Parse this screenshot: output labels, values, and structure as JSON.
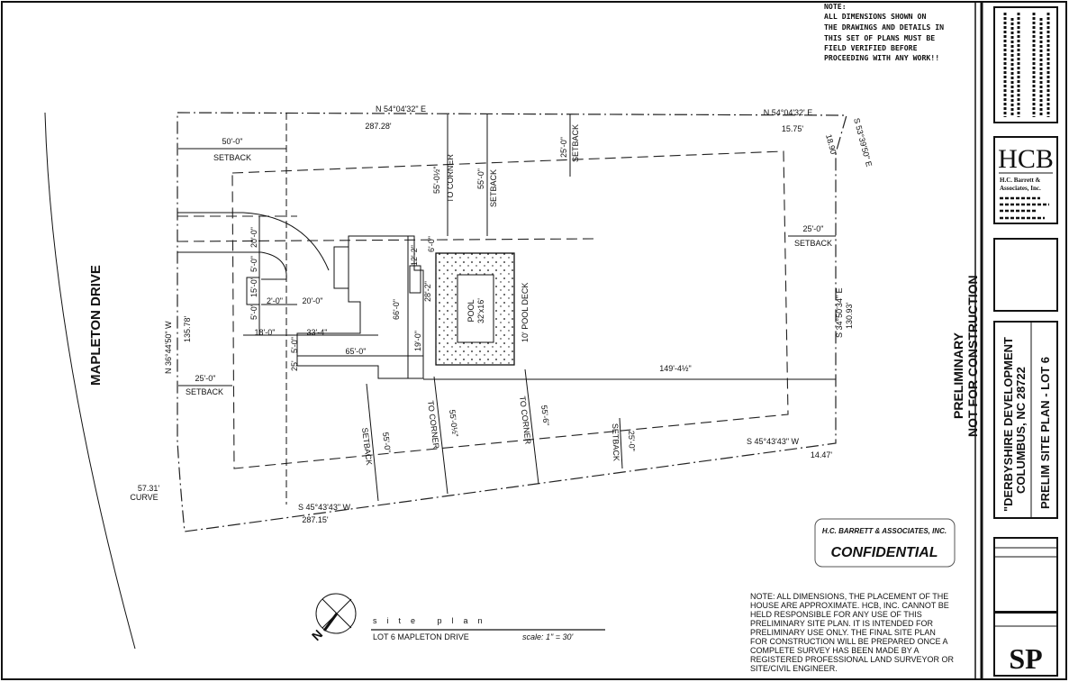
{
  "top_note": [
    "NOTE:",
    "ALL DIMENSIONS SHOWN ON",
    "THE DRAWINGS AND DETAILS IN",
    "THIS SET OF PLANS MUST BE",
    "FIELD VERIFIED BEFORE",
    "PROCEEDING WITH ANY WORK!!"
  ],
  "street": "MAPLETON DRIVE",
  "plan": {
    "top_bearing": "N 54°04'32\" E",
    "top_distance": "287.28'",
    "top_right_bearing": "N 54°04'32' E",
    "top_right_distance": "15.75'",
    "corner_bearing": "S 53°39'50\" E",
    "corner_distance": "18.90'",
    "right_bearing": "S 34°50'34\" E",
    "right_distance": "130.93'",
    "left_bearing": "N 36°44'50\" W",
    "left_distance": "135.78'",
    "bottom_right_bearing": "S 45°43'43\" W",
    "bottom_right_distance": "14.47'",
    "bottom_bearing": "S 45°43'43\" W",
    "bottom_distance": "287.15'",
    "curve_length": "57.31'",
    "curve_label": "CURVE",
    "setback": "SETBACK",
    "to_corner": "TO CORNER",
    "front_setback": "50'-0\"",
    "side_setback": "25'-0\"",
    "rear_setback": "25'-0\"",
    "left_setback": "25'-0\"",
    "bottom_setback_right": "25'-0\"",
    "top_to_corner": "55'-0½\"",
    "top_setback_dim": "55'-0\"",
    "bottom_setback_dim": "55'-0\"",
    "bottom_to_corner_1": "55'-0½\"",
    "bottom_to_corner_2": "55'-6\"",
    "rear_to_house": "149'-4½\"",
    "house": {
      "d20a": "20'-0\"",
      "d5a": "5'-0\"",
      "d15": "15'-0\"",
      "d5b": "5'-0\"",
      "d2": "2'-0\"",
      "d20b": "20'-0\"",
      "d18": "18'-0\"",
      "d33": "33'-4\"",
      "d66": "66'-0\"",
      "d65": "65'-0\"",
      "d5c": "5'-0\"",
      "d25": "25'",
      "d12": "12'-2\"",
      "d28": "28'-2\"",
      "d6": "6'-0\"",
      "d19": "19'-0\""
    },
    "pool": "POOL",
    "pool_size": "32'x16'",
    "pool_deck": "10' POOL DECK"
  },
  "stamp": {
    "company": "H.C. BARRETT & ASSOCIATES, INC.",
    "label": "CONFIDENTIAL"
  },
  "disclaimer": [
    "NOTE: ALL DIMENSIONS, THE PLACEMENT OF THE",
    "HOUSE ARE APPROXIMATE. HCB, INC. CANNOT BE",
    "HELD RESPONSIBLE FOR ANY USE OF THIS",
    "PRELIMINARY SITE PLAN. IT IS INTENDED FOR",
    "PRELIMINARY USE ONLY. THE FINAL SITE PLAN",
    "FOR CONSTRUCTION WILL BE PREPARED ONCE A",
    "COMPLETE SURVEY HAS BEEN MADE BY A",
    "REGISTERED PROFESSIONAL LAND SURVEYOR OR",
    "SITE/CIVIL ENGINEER."
  ],
  "title": {
    "main": "site plan",
    "sub": "LOT 6 MAPLETON DRIVE",
    "scale": "scale: 1\" = 30'"
  },
  "north": "N",
  "preliminary": [
    "PRELIMINARY",
    "NOT FOR CONSTRUCTION"
  ],
  "title_block": {
    "logo": "HCB",
    "firm": [
      "H.C. Barrett &",
      "Associates, Inc."
    ],
    "project": [
      "\"DERBYSHIRE DEVELOPMENT",
      "COLUMBUS, NC 28722"
    ],
    "sheet_title": "PRELIM SITE PLAN - LOT 6",
    "sheet": "SP"
  }
}
